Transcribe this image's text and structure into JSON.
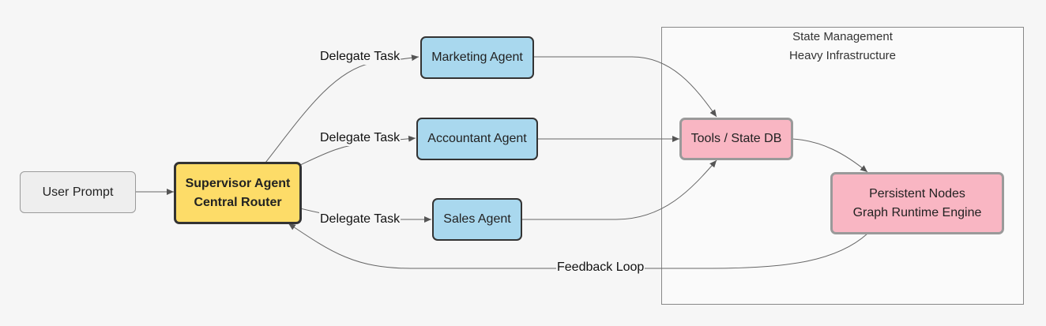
{
  "cluster": {
    "title_line1": "State Management",
    "title_line2": "Heavy Infrastructure"
  },
  "nodes": {
    "user_prompt": "User Prompt",
    "supervisor_line1": "Supervisor Agent",
    "supervisor_line2": "Central Router",
    "marketing": "Marketing Agent",
    "accountant": "Accountant Agent",
    "sales": "Sales Agent",
    "tools": "Tools / State DB",
    "persistent_line1": "Persistent Nodes",
    "persistent_line2": "Graph Runtime Engine"
  },
  "edges": {
    "delegate_marketing": "Delegate Task",
    "delegate_accountant": "Delegate Task",
    "delegate_sales": "Delegate Task",
    "feedback": "Feedback Loop"
  },
  "colors": {
    "supervisor_fill": "#fddc68",
    "agent_fill": "#a9d8ee",
    "state_fill": "#f9b6c3",
    "user_fill": "#eeeeee"
  }
}
